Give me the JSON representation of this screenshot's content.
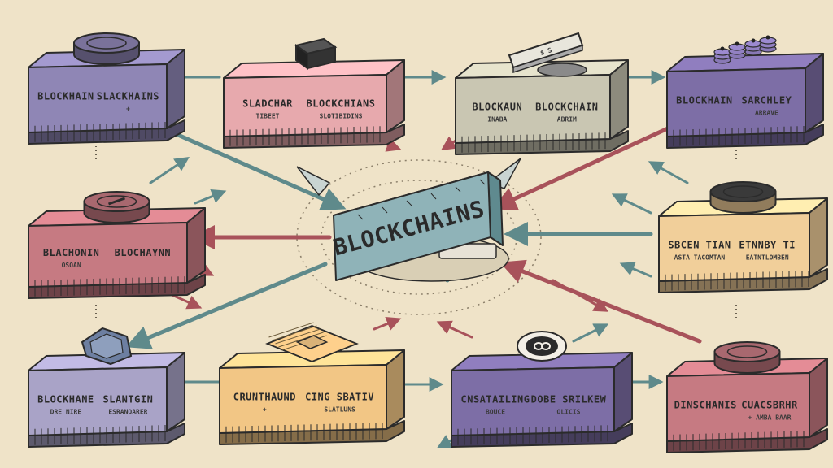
{
  "colors": {
    "background": "#efe3c8",
    "purple": "#8f86b5",
    "pink": "#e7a9ad",
    "grey": "#c9c6b2",
    "violet": "#7d6ea6",
    "rose": "#c67a82",
    "peach": "#f1cf9a",
    "lavender": "#a9a3c7",
    "orange": "#f2c685",
    "center": "#8fb3b8",
    "arrow_teal": "#5f8a8b",
    "arrow_red": "#a8525a"
  },
  "center": {
    "label": "BLOCKCHAINS"
  },
  "nodes": [
    {
      "id": "n1",
      "left": "BLOCKHAIN",
      "right": "SLACKHAINS",
      "right_sub": "+",
      "color": "purple",
      "top_icon": "coin-icon"
    },
    {
      "id": "n2",
      "left": "SLADCHAR",
      "left_sub": "TIBEET",
      "right": "BLOCKCHIANS",
      "right_sub": "SLOTIBIDINS",
      "color": "pink",
      "top_icon": "block-icon"
    },
    {
      "id": "n3",
      "left": "BLOCKAUN",
      "left_sub": "INABA",
      "right": "BLOCKCHAIN",
      "right_sub": "ABRIM",
      "color": "grey",
      "top_icon": "tablet-icon",
      "tablet_text": "$ S"
    },
    {
      "id": "n4",
      "left": "BLOCKHAIN",
      "right": "SARCHLEY",
      "right_sub": "ARRAVE",
      "color": "violet",
      "top_icon": "coins-stack-icon"
    },
    {
      "id": "n5",
      "left": "BLACHONIN",
      "left_sub": "OSOAN",
      "right": "BLOCHAYNN",
      "color": "rose",
      "top_icon": "token-icon"
    },
    {
      "id": "n6",
      "left": "SBCEN TIAN",
      "left_sub": "ASTA TACOMTAN",
      "right": "ETNNBY TI",
      "right_sub": "EATNTLOMBEN",
      "color": "peach",
      "top_icon": "cylinder-icon"
    },
    {
      "id": "n7",
      "left": "BLOCKHANE",
      "left_sub": "DRE NIRE",
      "right": "SLANTGIN",
      "right_sub": "ESRANOARER",
      "color": "lavender",
      "top_icon": "hexagon-icon"
    },
    {
      "id": "n8",
      "left": "CRUNTHAUND",
      "left_sub": "+",
      "right": "CING SBATIV",
      "right_sub": "SLATLUNS",
      "color": "orange",
      "top_icon": "crate-icon"
    },
    {
      "id": "n9",
      "left": "CNSATAILING",
      "left_sub": "BOUCE",
      "right": "DOBE SRILKEW",
      "right_sub": "OLICIS",
      "color": "violet",
      "top_icon": "ring-icon"
    },
    {
      "id": "n10",
      "left": "DINSCHANIS",
      "right": "CUACSBRHR",
      "right_sub": "+ AMBA BAAR",
      "color": "rose",
      "top_icon": "bowl-icon"
    }
  ]
}
